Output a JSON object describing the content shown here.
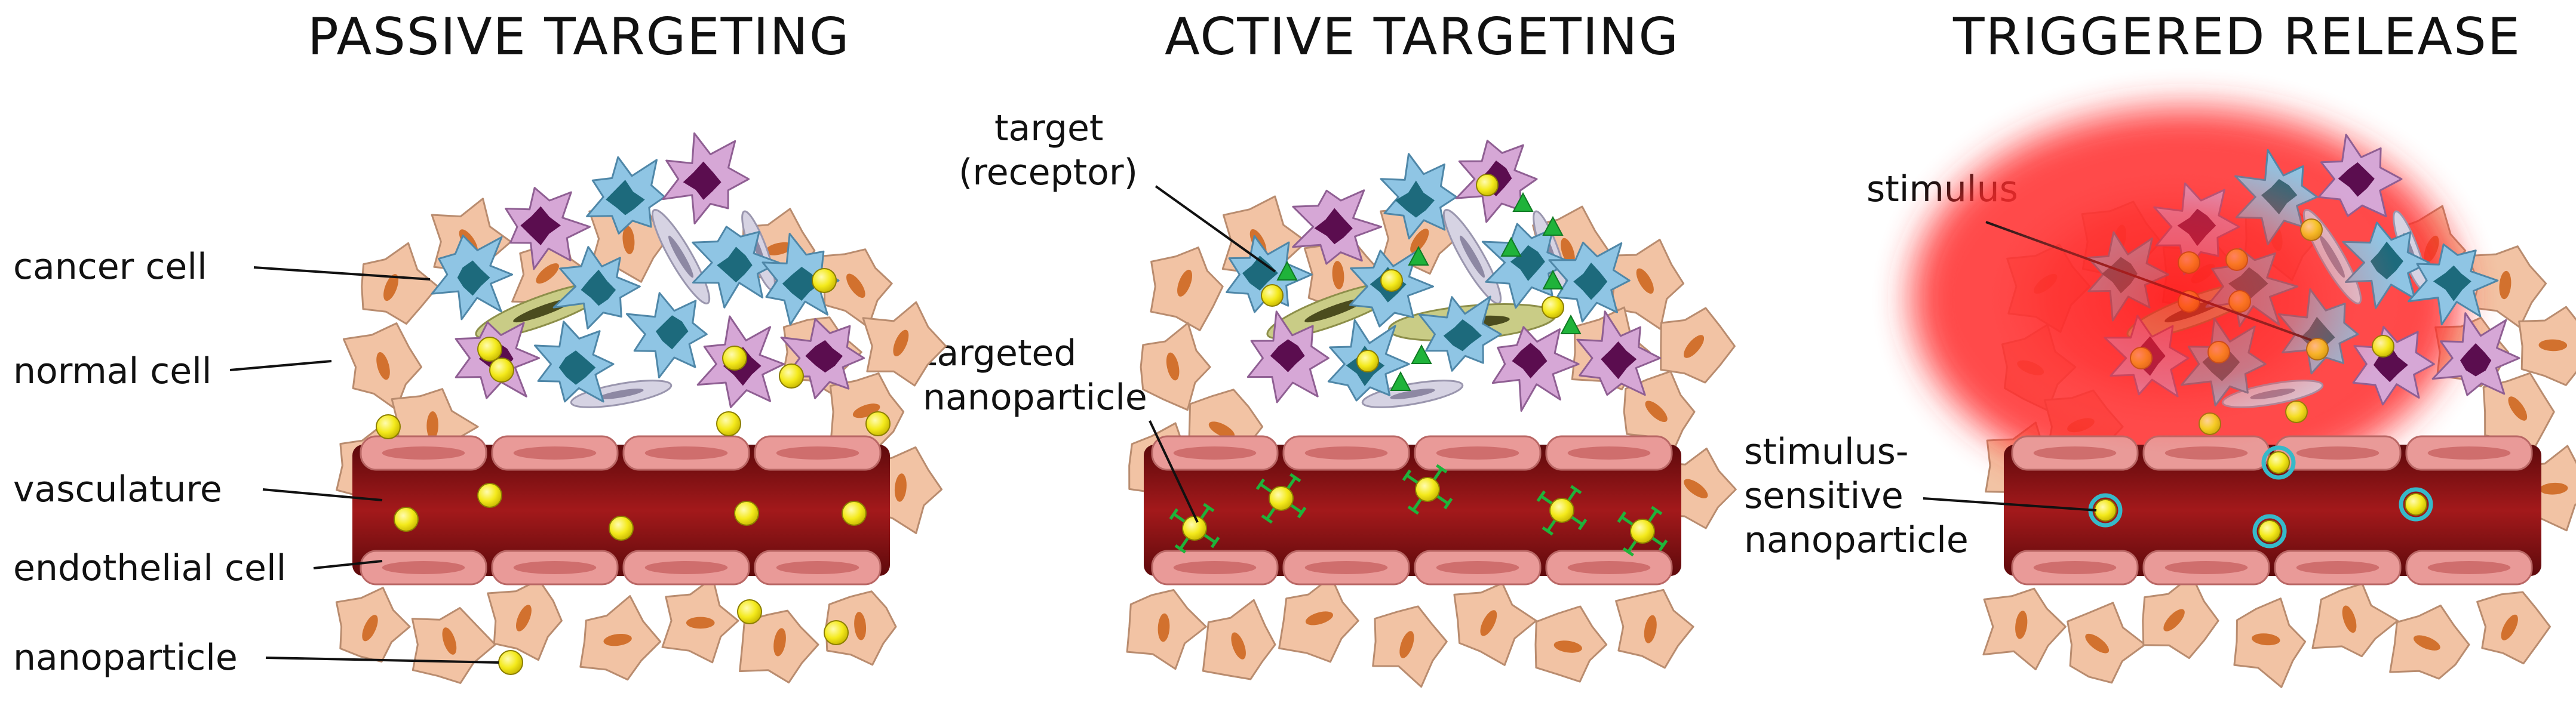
{
  "panels": [
    {
      "id": "passive",
      "title": "PASSIVE TARGETING",
      "labels": {
        "cancer_cell": "cancer cell",
        "normal_cell": "normal cell",
        "vasculature": "vasculature",
        "endothelial_cell": "endothelial cell",
        "nanoparticle": "nanoparticle"
      }
    },
    {
      "id": "active",
      "title": "ACTIVE TARGETING",
      "labels": {
        "target_line1": "target",
        "target_line2": "(receptor)",
        "targeted_line1": "targeted",
        "targeted_line2": "nanoparticle"
      }
    },
    {
      "id": "triggered",
      "title": "TRIGGERED RELEASE",
      "labels": {
        "stimulus": "stimulus",
        "sensitive_line1": "stimulus-",
        "sensitive_line2": "sensitive",
        "sensitive_line3": "nanoparticle"
      }
    }
  ],
  "colors": {
    "normal_cell": "#f2c3a4",
    "normal_nucleus": "#d2712e",
    "cancer_cell_blue": "#8fc5e4",
    "cancer_nucleus_blue": "#1d6a7c",
    "cancer_cell_purple": "#d6a7d6",
    "cancer_nucleus_purple": "#5b0d4f",
    "fibroblast": "#c9cc86",
    "vessel": "#7d1113",
    "endothelial": "#e99a98",
    "nanoparticle": "#f4ea1c",
    "ligand": "#1fb33a",
    "stimulus_glow": "#ff2a2a",
    "sensitive_ring": "#36b9c9"
  }
}
